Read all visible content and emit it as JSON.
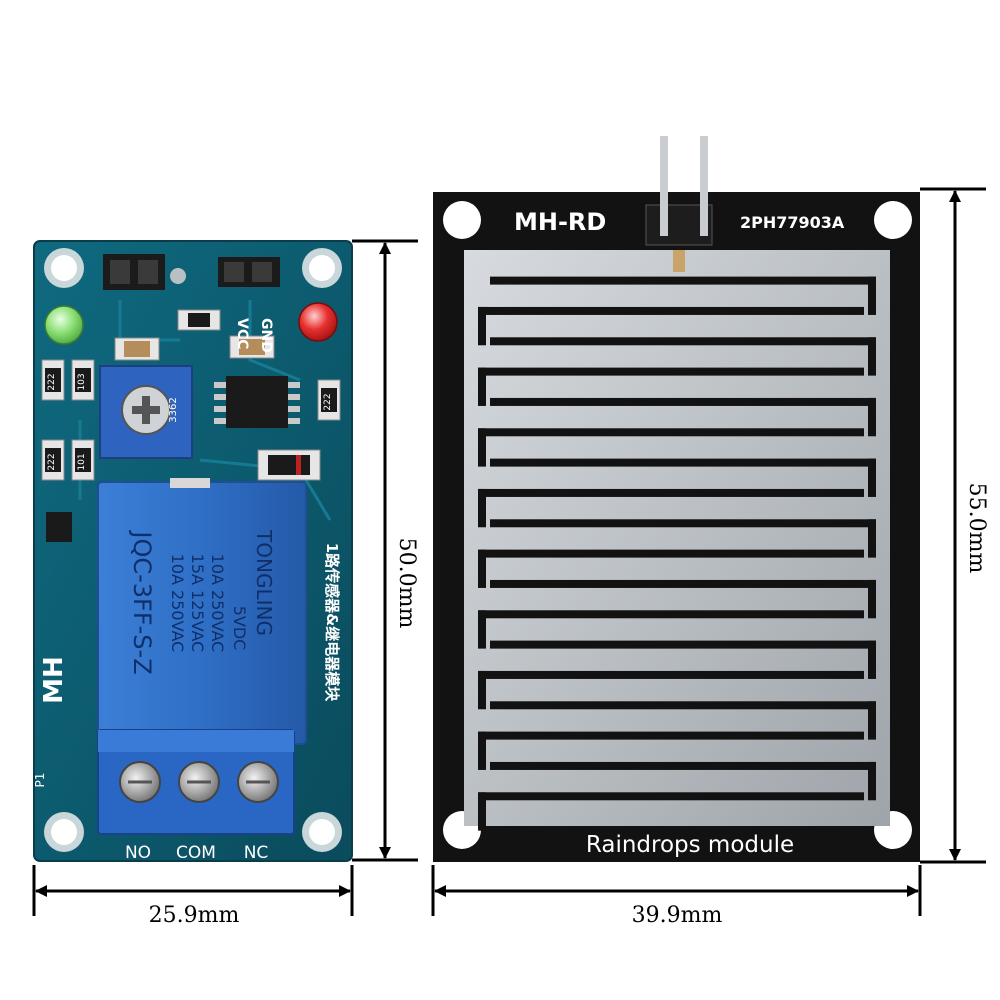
{
  "relay_module": {
    "brand_mark": "MH",
    "relay_part": "JQC-3FF-S-Z",
    "relay_brand": "TONGLING",
    "relay_voltage": "5VDC",
    "relay_ratings": [
      "10A 250VAC",
      "15A 125VAC",
      "10A 250VAC"
    ],
    "relay_cn_label": "1路传感器&继电器模块",
    "pin_vcc": "VCC",
    "pin_gnd": "GND",
    "pot_code": "3362",
    "terminal_labels": [
      "NO",
      "COM",
      "NC"
    ],
    "p1_label": "P1",
    "resistor_codes": [
      "222",
      "103",
      "222",
      "101",
      "222"
    ]
  },
  "rain_sensor": {
    "model": "MH-RD",
    "serial": "2PH77903A",
    "caption": "Raindrops module"
  },
  "dimensions": {
    "relay_width": "25.9mm",
    "relay_height": "50.0mm",
    "rain_width": "39.9mm",
    "rain_height": "55.0mm"
  },
  "colors": {
    "relay_pcb": "#0d5a6e",
    "rain_pcb": "#121212",
    "relay_body": "#2f6fc6",
    "terminal_block": "#2a67c4",
    "trace_silver": "#b9bec2"
  }
}
